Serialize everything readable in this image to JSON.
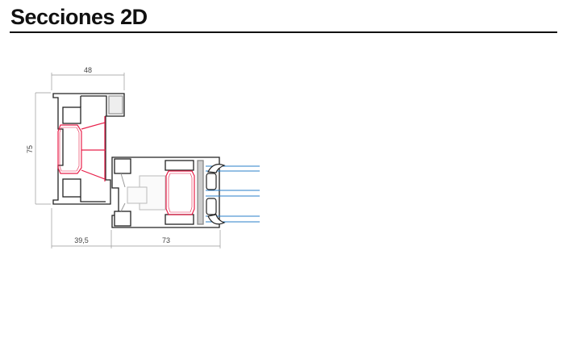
{
  "header": {
    "title": "Secciones 2D"
  },
  "drawing": {
    "dimensions": {
      "top_width": "48",
      "height": "75",
      "bottom_left": "39,5",
      "bottom_right": "73"
    },
    "colors": {
      "profile": "#222222",
      "thermal_break": "#e8204a",
      "glass": "#2a7fc9",
      "dim_line": "#999999"
    }
  }
}
